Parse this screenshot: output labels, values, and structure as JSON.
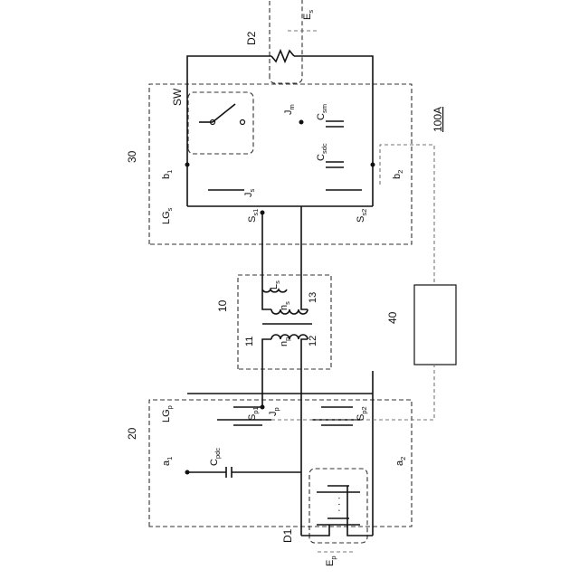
{
  "figure": {
    "ref": "100A",
    "blocks": {
      "primary": "20",
      "transformer": "10",
      "secondary": "30",
      "controller": "40"
    },
    "transformer": {
      "core_ref": "11",
      "primary_winding_ref": "12",
      "secondary_winding_ref": "13",
      "n_p": "n",
      "n_p_sub": "p",
      "n_s": "n",
      "n_s_sub": "s",
      "L_s": "L",
      "L_s_sub": "s"
    },
    "primary_side": {
      "device": "D1",
      "source": "E",
      "source_sub": "p",
      "leg": "LG",
      "leg_sub": "p",
      "cap": "C",
      "cap_sub": "pdc",
      "node_a1": "a",
      "node_a1_sub": "1",
      "node_a2": "a",
      "node_a2_sub": "2",
      "junction": "J",
      "junction_sub": "p",
      "sw1": "S",
      "sw1_sub": "p1",
      "sw2": "S",
      "sw2_sub": "p2"
    },
    "secondary_side": {
      "device": "D2",
      "source": "E",
      "source_sub": "s",
      "switch": "SW",
      "leg": "LG",
      "leg_sub": "s",
      "cap_dc": "C",
      "cap_dc_sub": "sdc",
      "cap_m": "C",
      "cap_m_sub": "sm",
      "node_b1": "b",
      "node_b1_sub": "1",
      "node_b2": "b",
      "node_b2_sub": "2",
      "junction_s": "J",
      "junction_s_sub": "s",
      "junction_m": "J",
      "junction_m_sub": "m",
      "sw1": "S",
      "sw1_sub": "s1",
      "sw2": "S",
      "sw2_sub": "s2"
    }
  }
}
